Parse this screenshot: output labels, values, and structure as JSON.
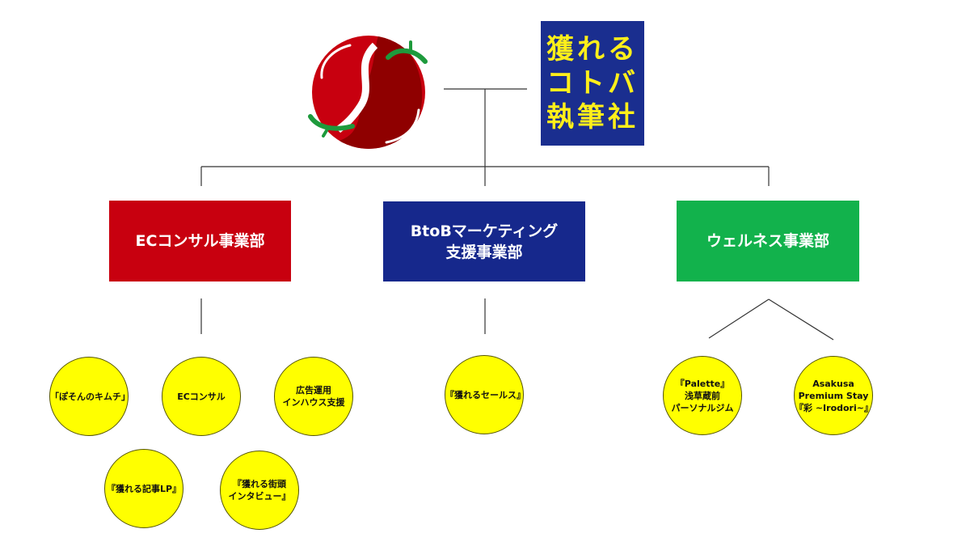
{
  "company": {
    "logo": "tomato-yin-yang-logo",
    "name_lines": [
      "獲れる",
      "コトバ",
      "執筆社"
    ],
    "colors": {
      "logo_red": "#c8000f",
      "logo_dark_red": "#8f0000",
      "logo_green": "#1e9a3c",
      "name_bg": "#1a2e8f",
      "name_text": "#ffef1a"
    }
  },
  "departments": [
    {
      "id": "ec",
      "label_lines": [
        "ECコンサル事業部"
      ],
      "color": "#c8000f",
      "services": [
        {
          "lines": [
            "「ぽそんのキムチ」"
          ]
        },
        {
          "lines": [
            "ECコンサル"
          ]
        },
        {
          "lines": [
            "広告運用",
            "インハウス支援"
          ]
        },
        {
          "lines": [
            "『獲れる記事LP』"
          ]
        },
        {
          "lines": [
            "『獲れる街頭",
            "インタビュー』"
          ]
        }
      ]
    },
    {
      "id": "btob",
      "label_lines": [
        "BtoBマーケティング",
        "支援事業部"
      ],
      "color": "#16288c",
      "services": [
        {
          "lines": [
            "『獲れるセールス』"
          ]
        }
      ]
    },
    {
      "id": "wellness",
      "label_lines": [
        "ウェルネス事業部"
      ],
      "color": "#12b24c",
      "services": [
        {
          "lines": [
            "『Palette』",
            "浅草蔵前",
            "パーソナルジム"
          ]
        },
        {
          "lines": [
            "Asakusa",
            "Premium Stay",
            "『彩 ~Irodori~』"
          ]
        }
      ]
    }
  ],
  "service_circle_color": "#ffff00"
}
